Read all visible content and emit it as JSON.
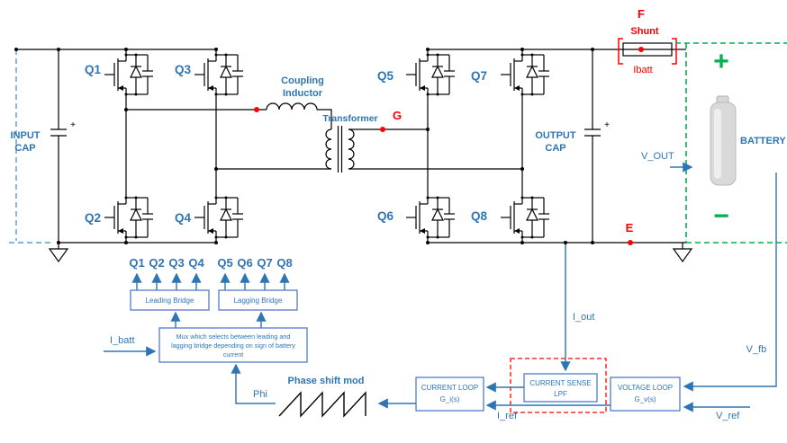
{
  "colors": {
    "label_blue": "#2E75B6",
    "box_blue": "#4472C4",
    "dashed_blue": "#5B9BD5",
    "red": "#FF0000",
    "green": "#00B050",
    "wire_black": "#000000",
    "battery_gray": "#D9D9D9"
  },
  "icons": {
    "battery": "battery-icon",
    "ground_left": "ground-icon",
    "ground_right": "ground-icon",
    "mosfet": "n-mosfet-with-body-diode",
    "transformer": "two-winding-transformer-icon",
    "inductor": "inductor-coil-icon",
    "shunt": "shunt-resistor-icon",
    "sawtooth": "sawtooth-waveform-icon"
  },
  "power_stage": {
    "input_cap": [
      "INPUT",
      "CAP"
    ],
    "output_cap": [
      "OUTPUT",
      "CAP"
    ],
    "cap_plus": "+",
    "coupling_inductor": [
      "Coupling",
      "Inductor"
    ],
    "transformer": "Transformer",
    "battery": "BATTERY",
    "plus": "+",
    "minus": "−",
    "shunt": "Shunt",
    "ibatt": "Ibatt",
    "v_out": "V_OUT",
    "nodes": {
      "f": "F",
      "g": "G",
      "e": "E"
    },
    "switches": {
      "q1": "Q1",
      "q2": "Q2",
      "q3": "Q3",
      "q4": "Q4",
      "q5": "Q5",
      "q6": "Q6",
      "q7": "Q7",
      "q8": "Q8"
    }
  },
  "control": {
    "gates": [
      "Q1",
      "Q2",
      "Q3",
      "Q4",
      "Q5",
      "Q6",
      "Q7",
      "Q8"
    ],
    "leading_bridge": "Leading Bridge",
    "lagging_bridge": "Lagging Bridge",
    "mux_lines": [
      "Mux which selects between leading and",
      "lagging bridge depending on sign of battery",
      "current"
    ],
    "i_batt": "I_batt",
    "phi": "Phi",
    "phase_shift_mod": "Phase shift mod",
    "current_loop": [
      "CURRENT LOOP",
      "G_i(s)"
    ],
    "current_sense": [
      "CURRENT SENSE",
      "LPF"
    ],
    "voltage_loop": [
      "VOLTAGE LOOP",
      "G_v(s)"
    ],
    "i_ref": "I_ref",
    "v_ref": "V_ref",
    "v_fb": "V_fb",
    "i_out": "I_out"
  }
}
